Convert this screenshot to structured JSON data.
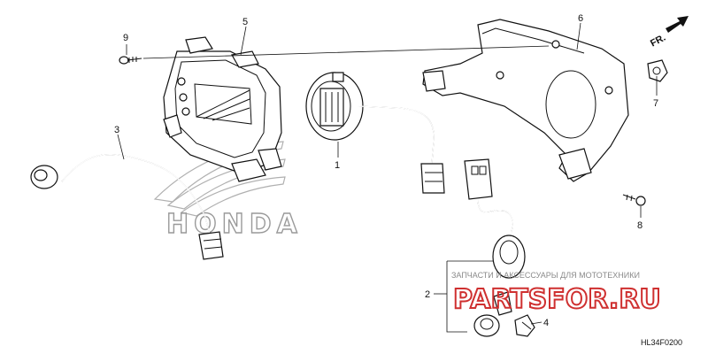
{
  "diagram": {
    "code": "HL34F0200",
    "direction_label": "FR.",
    "background_logo_text": "HONDA",
    "watermark": {
      "caption": "ЗАПЧАСТИ И АКСЕССУАРЫ ДЛЯ МОТОТЕХНИКИ",
      "logo_text": "PARTSFOR.RU",
      "color": "#cf3030"
    },
    "callouts": [
      {
        "id": "1",
        "label": "1"
      },
      {
        "id": "2",
        "label": "2"
      },
      {
        "id": "3",
        "label": "3"
      },
      {
        "id": "4",
        "label": "4"
      },
      {
        "id": "5",
        "label": "5"
      },
      {
        "id": "6",
        "label": "6"
      },
      {
        "id": "7",
        "label": "7"
      },
      {
        "id": "8",
        "label": "8"
      },
      {
        "id": "9",
        "label": "9"
      }
    ]
  }
}
